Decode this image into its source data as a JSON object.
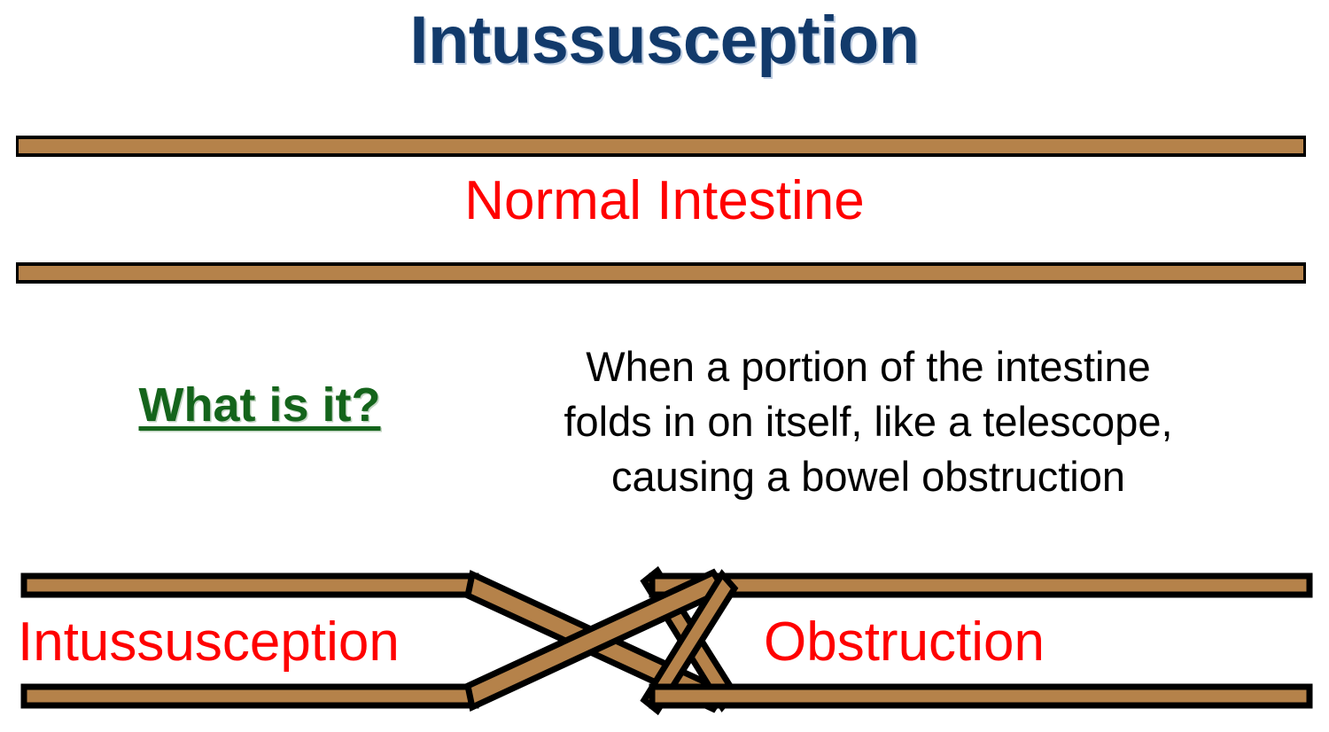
{
  "slide": {
    "title": "Intussusception",
    "background_color": "#FFFFFF"
  },
  "colors": {
    "title_navy": "#123A6B",
    "label_red": "#FF0000",
    "heading_green": "#14641B",
    "intestine_brown": "#B5824A",
    "outline_black": "#000000",
    "body_black": "#000000"
  },
  "top_diagram": {
    "label": "Normal Intestine",
    "label_color": "#FF0000",
    "wall_count": 2,
    "wall_fill": "#B5824A",
    "wall_outline": "#000000"
  },
  "definition_block": {
    "heading": "What is it?",
    "heading_color": "#14641B",
    "heading_underlined": true,
    "body_line_1": "When a portion of the intestine",
    "body_line_2": "folds in on itself, like a telescope,",
    "body_line_3": "causing a bowel obstruction",
    "body_text": "When a portion of the intestine folds in on itself, like a telescope, causing a bowel obstruction"
  },
  "bottom_diagram": {
    "left_label": "Intussusception",
    "right_label": "Obstruction",
    "label_color": "#FF0000",
    "wall_fill": "#B5824A",
    "wall_outline": "#000000",
    "description": "Telescoped bowel: outer walls fold inward to an apex and double back, narrowing the lumen"
  }
}
